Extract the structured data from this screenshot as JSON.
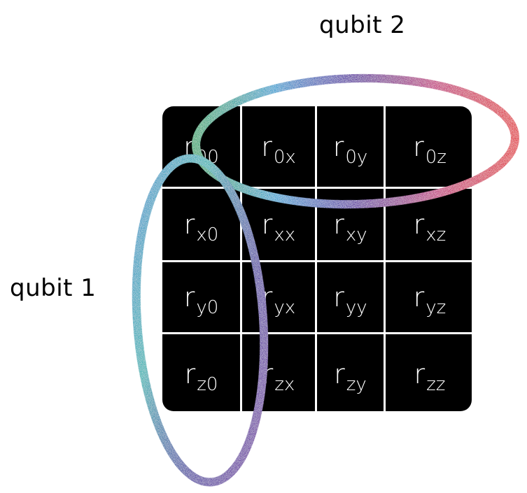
{
  "labels": {
    "qubit_top": "qubit 2",
    "qubit_left": "qubit 1"
  },
  "matrix": {
    "symbol": "r",
    "rows": [
      [
        "00",
        "0x",
        "0y",
        "0z"
      ],
      [
        "x0",
        "xx",
        "xy",
        "xz"
      ],
      [
        "y0",
        "yx",
        "yy",
        "yz"
      ],
      [
        "z0",
        "zx",
        "zy",
        "zz"
      ]
    ]
  },
  "colors": {
    "cell_background": "#000000",
    "cell_text": "#ffffff",
    "grid_lines": "#ffffff",
    "top_ellipse_gradient": [
      "#1aa36b",
      "#2a9fd0",
      "#5a2aa0",
      "#c0207a",
      "#e02030"
    ],
    "left_ellipse_gradient": [
      "#2a8ad0",
      "#20b0b0",
      "#4a3aa0",
      "#7a2aa0"
    ]
  }
}
